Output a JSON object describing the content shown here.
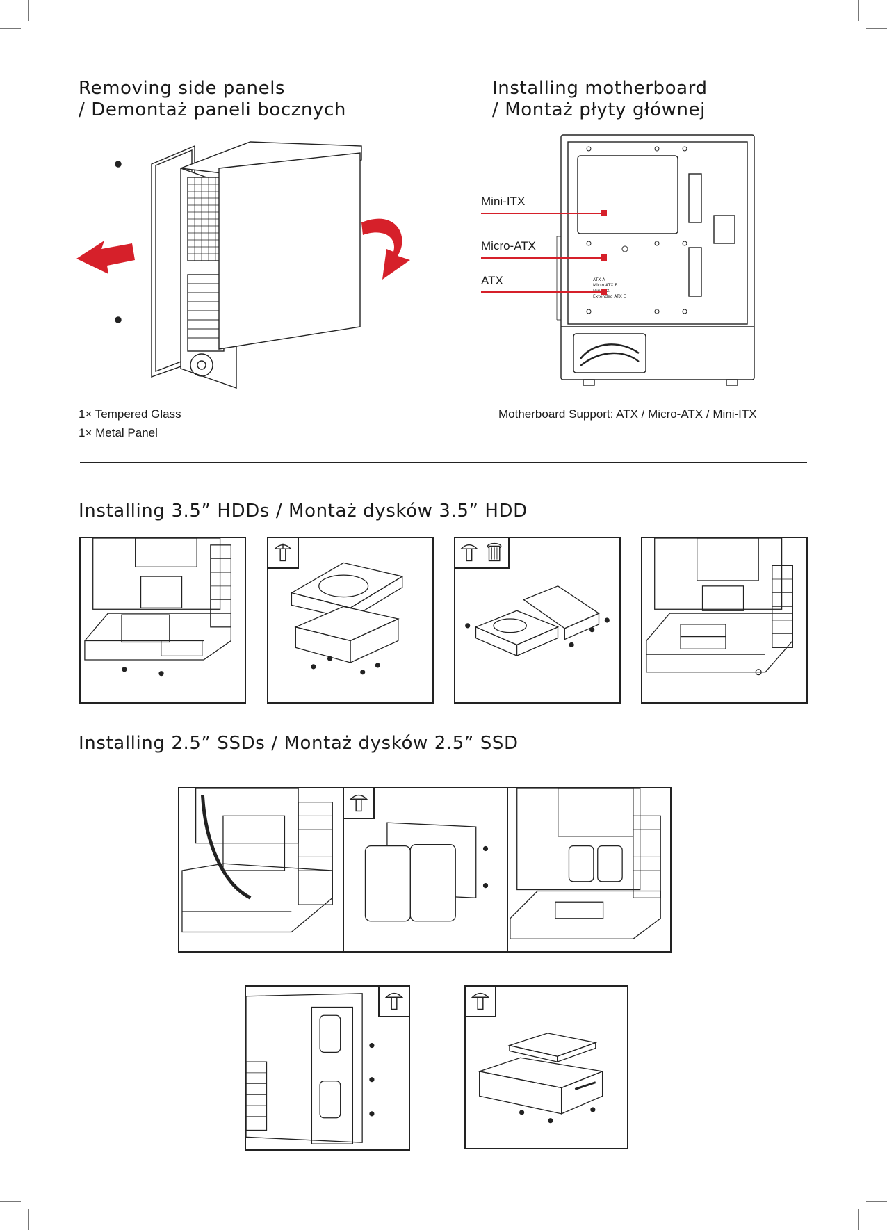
{
  "sections": {
    "side_panels": {
      "title_line1": "Removing side panels",
      "title_line2": "/ Demontaż paneli bocznych",
      "items": [
        "1× Tempered Glass",
        "1× Metal Panel"
      ]
    },
    "motherboard": {
      "title_line1": "Installing motherboard",
      "title_line2": "/ Montaż płyty głównej",
      "callouts": [
        "Mini-ITX",
        "Micro-ATX",
        "ATX"
      ],
      "support": "Motherboard Support: ATX / Micro-ATX / Mini-ITX"
    },
    "hdd": {
      "title": "Installing 3.5” HDDs / Montaż dysków 3.5” HDD"
    },
    "ssd": {
      "title": "Installing 2.5” SSDs / Montaż dysków 2.5” SSD"
    }
  },
  "colors": {
    "accent_red": "#d6202a",
    "line": "#222222"
  },
  "icons": [
    "screw-icon",
    "thumbscrew-icon",
    "arrow-left-icon",
    "arrow-curved-icon"
  ]
}
